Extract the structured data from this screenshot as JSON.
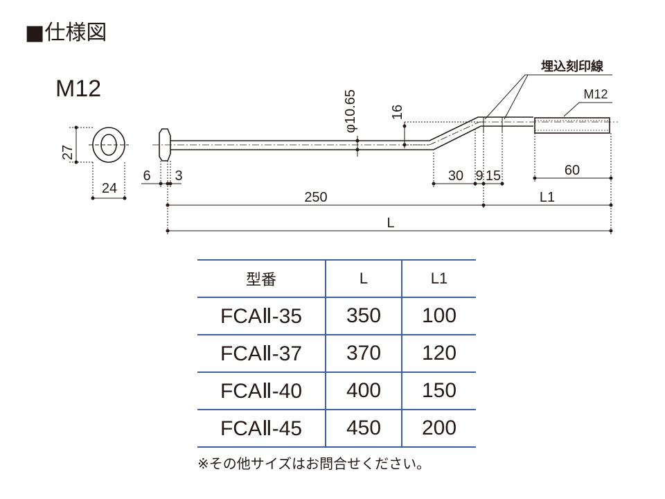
{
  "title": "■仕様図",
  "size_label": "M12",
  "labels": {
    "height_27": "27",
    "width_24": "24",
    "dim_6": "6",
    "dim_3": "3",
    "diameter": "φ10.65",
    "dim_16": "16",
    "embed_line": "埋込刻印線",
    "thread": "M12",
    "dim_30": "30",
    "dim_9": "9",
    "dim_15": "15",
    "dim_60": "60",
    "dim_250": "250",
    "dim_L1": "L1",
    "dim_L": "L"
  },
  "table": {
    "headers": [
      "型番",
      "L",
      "L1"
    ],
    "rows": [
      [
        "FCAⅡ-35",
        "350",
        "100"
      ],
      [
        "FCAⅡ-37",
        "370",
        "120"
      ],
      [
        "FCAⅡ-40",
        "400",
        "150"
      ],
      [
        "FCAⅡ-45",
        "450",
        "200"
      ]
    ]
  },
  "note": "※その他サイズはお問合せください。",
  "colors": {
    "ink": "#231815",
    "table_rule": "#3d5fa8"
  }
}
